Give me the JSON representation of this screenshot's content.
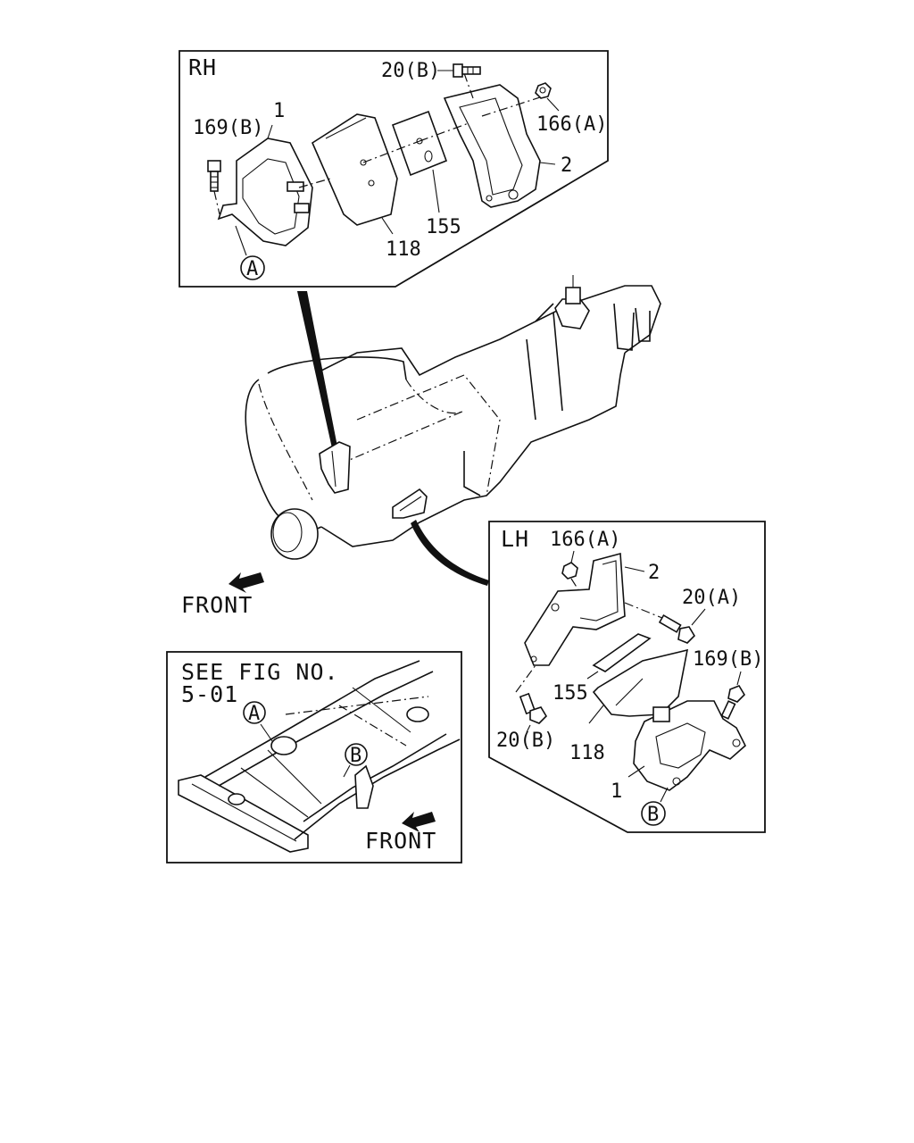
{
  "rh_panel": {
    "title": "RH",
    "labels": {
      "bolt_20b": "20(B)",
      "bolt_169b": "169(B)",
      "nut_166a": "166(A)",
      "part_1": "1",
      "part_2": "2",
      "part_118": "118",
      "part_155": "155",
      "ref_a": "A"
    }
  },
  "lh_panel": {
    "title": "LH",
    "labels": {
      "nut_166a": "166(A)",
      "part_2": "2",
      "bolt_20a": "20(A)",
      "bolt_169b": "169(B)",
      "part_155": "155",
      "bolt_20b": "20(B)",
      "part_118": "118",
      "part_1": "1",
      "ref_b": "B"
    }
  },
  "main": {
    "front_label": "FRONT"
  },
  "frame_inset": {
    "see_fig_line1": "SEE FIG NO.",
    "see_fig_line2": "5-01",
    "ref_a": "A",
    "ref_b": "B",
    "front_label": "FRONT"
  }
}
